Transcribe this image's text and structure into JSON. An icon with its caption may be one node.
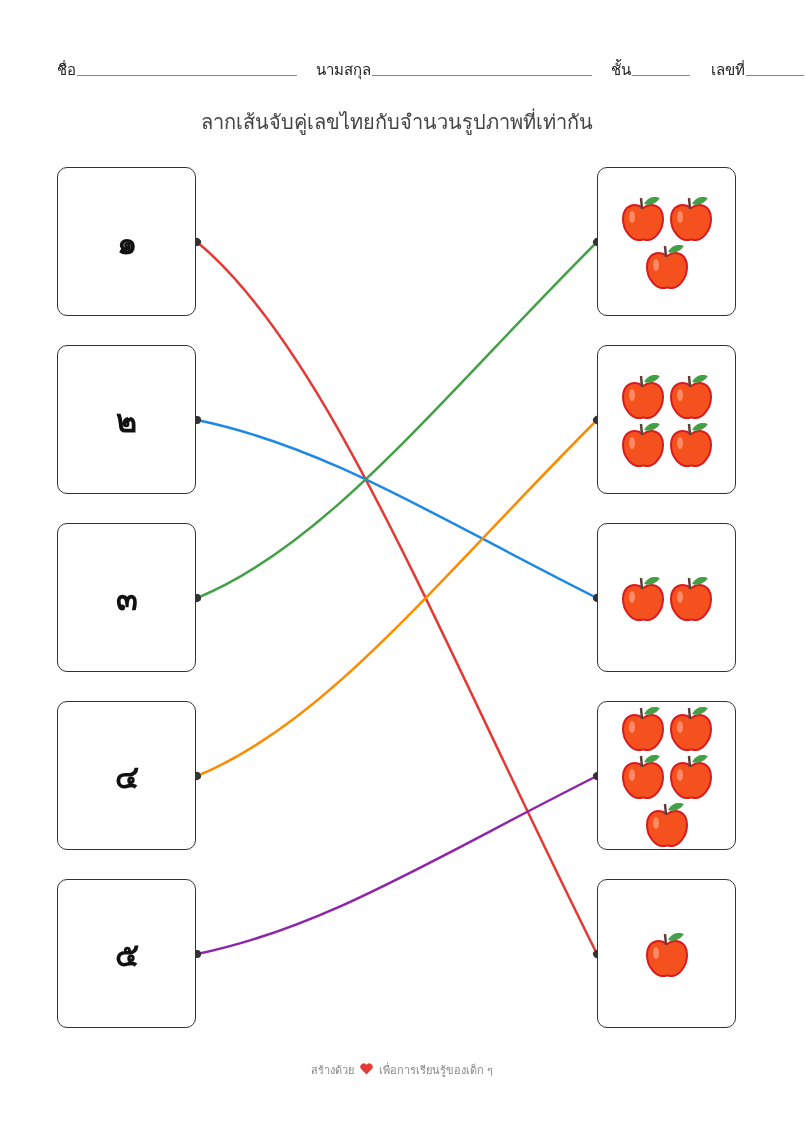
{
  "diagram": {
    "title": "ลากเส้นจับคู่เลขไทยกับจำนวนรูปภาพที่เท่ากัน",
    "nodes": [
      {
        "text": [
          "๑"
        ]
      },
      {
        "text": [
          "๒"
        ]
      },
      {
        "text": [
          "๓"
        ]
      },
      {
        "text": [
          "๔"
        ]
      },
      {
        "text": [
          "๕"
        ]
      },
      {
        "text": [],
        "shape": "picture"
      },
      {
        "text": [],
        "shape": "picture"
      },
      {
        "text": [],
        "shape": "picture"
      },
      {
        "text": [],
        "shape": "picture"
      },
      {
        "text": [],
        "shape": "picture"
      }
    ],
    "edges": [
      {
        "from": 0,
        "to": 9,
        "arrow": "other",
        "color": "#e53935"
      },
      {
        "from": 1,
        "to": 7,
        "arrow": "other",
        "color": "#1e88e5"
      },
      {
        "from": 2,
        "to": 5,
        "arrow": "other",
        "color": "#43a047"
      },
      {
        "from": 3,
        "to": 6,
        "arrow": "other",
        "color": "#fb8c00"
      },
      {
        "from": 4,
        "to": 8,
        "arrow": "other",
        "color": "#8e24aa"
      }
    ],
    "labels": [
      "ชื่อ",
      "นามสกุล",
      "ชั้น",
      "เลขที่",
      "สร้างด้วย",
      "เพื่อการเรียนรู้ของเด็ก ๆ"
    ]
  }
}
